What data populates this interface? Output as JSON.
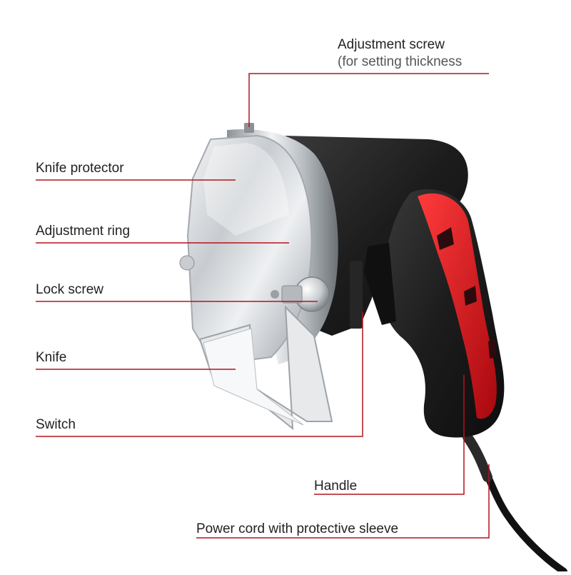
{
  "annotations": {
    "adjustment_screw": "Adjustment screw",
    "adjustment_screw_note": "(for setting thickness",
    "knife_protector": "Knife protector",
    "adjustment_ring": "Adjustment ring",
    "lock_screw": "Lock screw",
    "knife": "Knife",
    "switch": "Switch",
    "handle": "Handle",
    "power_cord": "Power cord with protective sleeve"
  },
  "colors": {
    "leader_line": "#b3131d",
    "label_text": "#222222",
    "body_black": "#1f1f1f",
    "handle_red": "#d1131c",
    "steel": "#d6d9dc"
  }
}
